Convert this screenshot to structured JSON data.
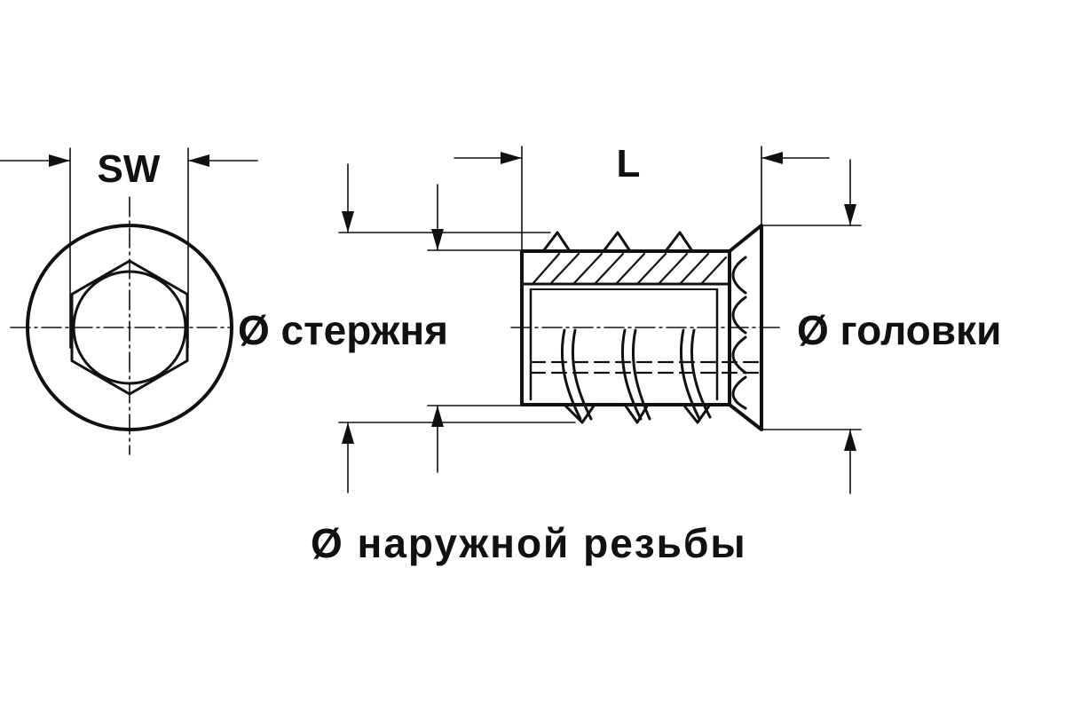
{
  "labels": {
    "sw": "SW",
    "length": "L",
    "shank_diameter": "Ø стержня",
    "head_diameter": "Ø головки",
    "thread_diameter": "Ø наружной резьбы"
  },
  "colors": {
    "ink": "#111111",
    "background": "#ffffff"
  }
}
